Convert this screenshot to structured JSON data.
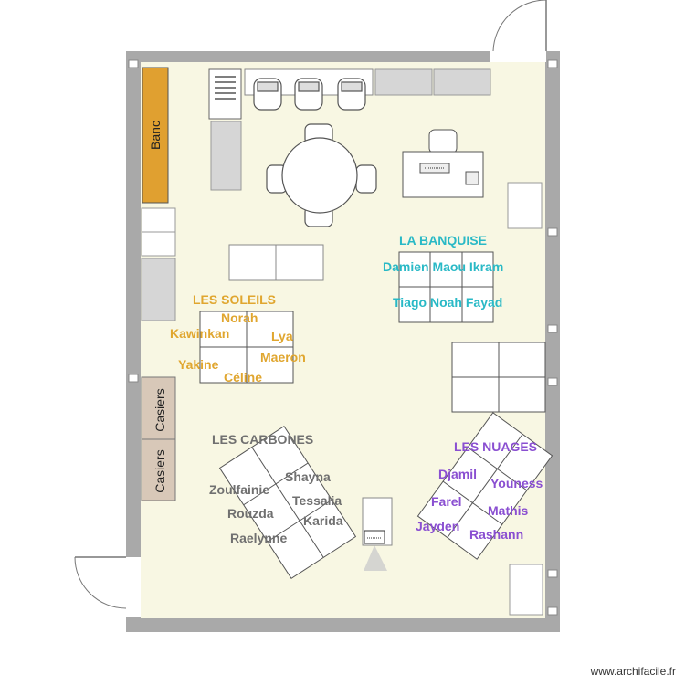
{
  "rooms": {
    "furniture": {
      "bench": "Banc",
      "lockers_1": "Casiers",
      "lockers_2": "Casiers"
    },
    "groups": [
      {
        "name": "LA BANQUISE",
        "color": "#29b9c6",
        "members": [
          "Damien Maou Ikram",
          "Tiago Noah Fayad"
        ]
      },
      {
        "name": "LES SOLEILS",
        "color": "#e0a62f",
        "members": [
          "Norah",
          "Kawinkan",
          "Lya",
          "Maeron",
          "Yakine",
          "Céline"
        ]
      },
      {
        "name": "LES CARBONES",
        "color": "#707070",
        "members": [
          "Shayna",
          "Zoulfainie",
          "Tessalia",
          "Rouzda",
          "Karida",
          "Raelynne"
        ]
      },
      {
        "name": "LES NUAGES",
        "color": "#8a4fd1",
        "members": [
          "Djamil",
          "Youness",
          "Farel",
          "Mathis",
          "Jayden",
          "Rashann"
        ]
      }
    ]
  },
  "colors": {
    "floor": "#f8f7e3",
    "wall": "#a9a9a9",
    "bench": "#e0a030",
    "locker": "#d8c8b8"
  },
  "watermark": "www.archifacile.fr"
}
